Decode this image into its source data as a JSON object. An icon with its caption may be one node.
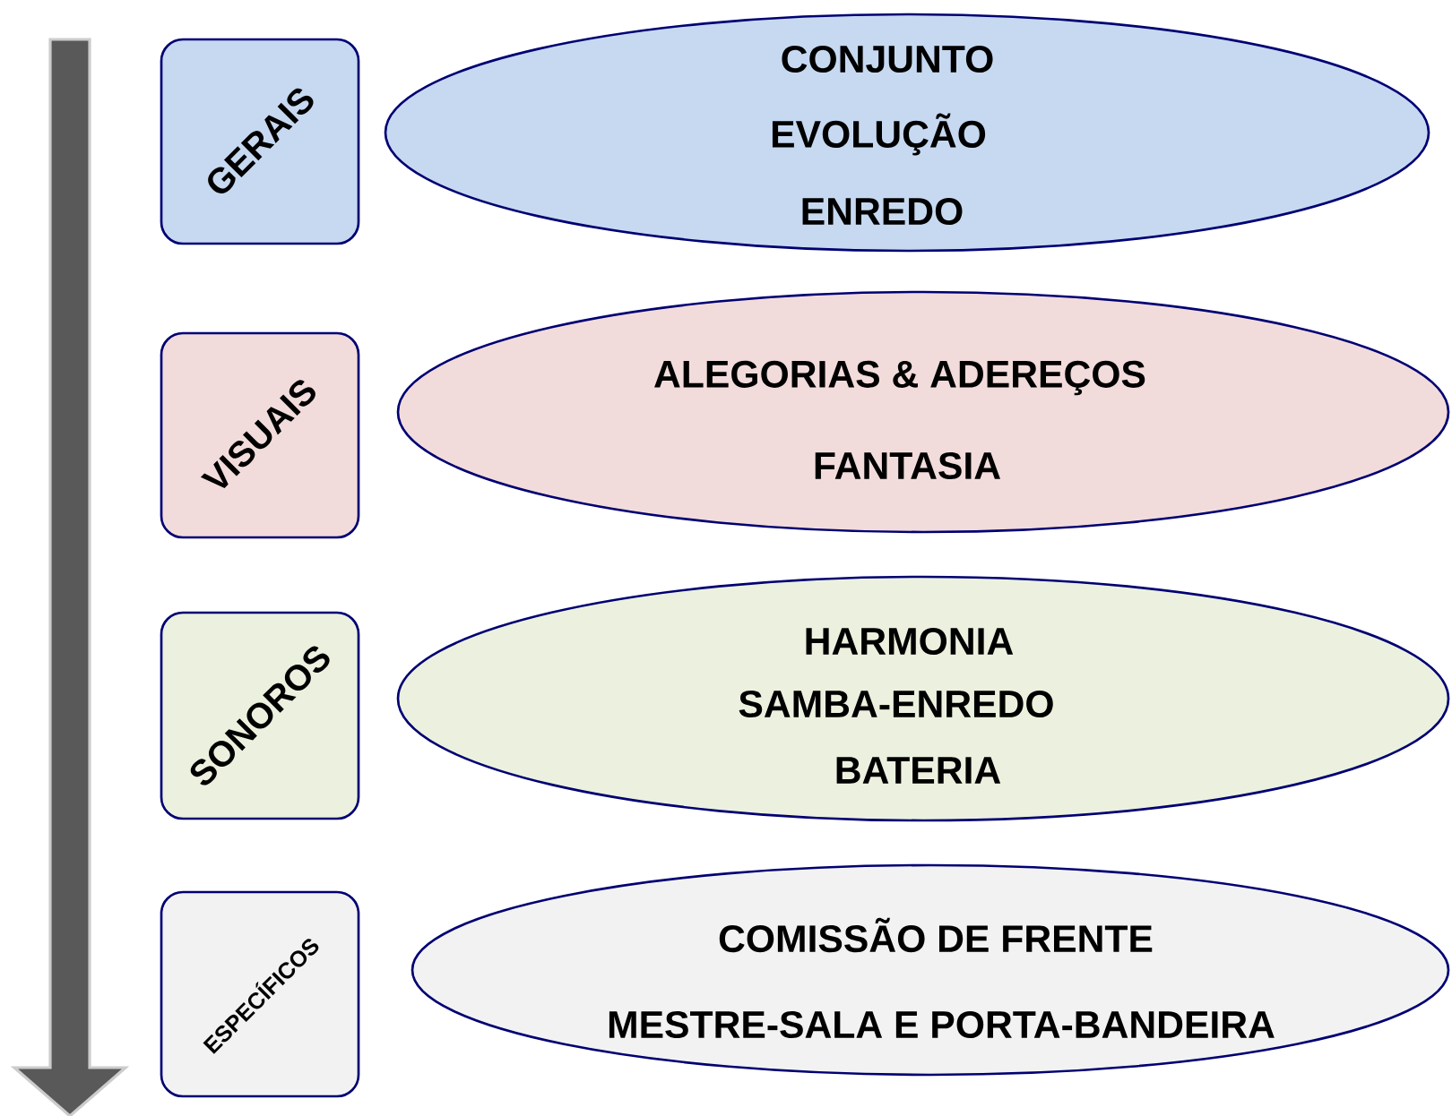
{
  "diagram": {
    "nodes": [
      {
        "text": [
          "GERAIS"
        ]
      },
      {
        "text": [
          "CONJUNTO",
          "EVOLUÇÃO",
          "ENREDO"
        ]
      },
      {
        "text": [
          "VISUAIS"
        ]
      },
      {
        "text": [
          "ALEGORIAS & ADEREÇOS",
          "FANTASIA"
        ]
      },
      {
        "text": [
          "SONOROS"
        ]
      },
      {
        "text": [
          "HARMONIA",
          "SAMBA-ENREDO",
          "BATERIA"
        ]
      },
      {
        "text": [
          "ESPECÍFICOS"
        ]
      },
      {
        "text": [
          "COMISSÃO DE FRENTE",
          "MESTRE-SALA E PORTA-BANDEIRA"
        ]
      }
    ]
  }
}
